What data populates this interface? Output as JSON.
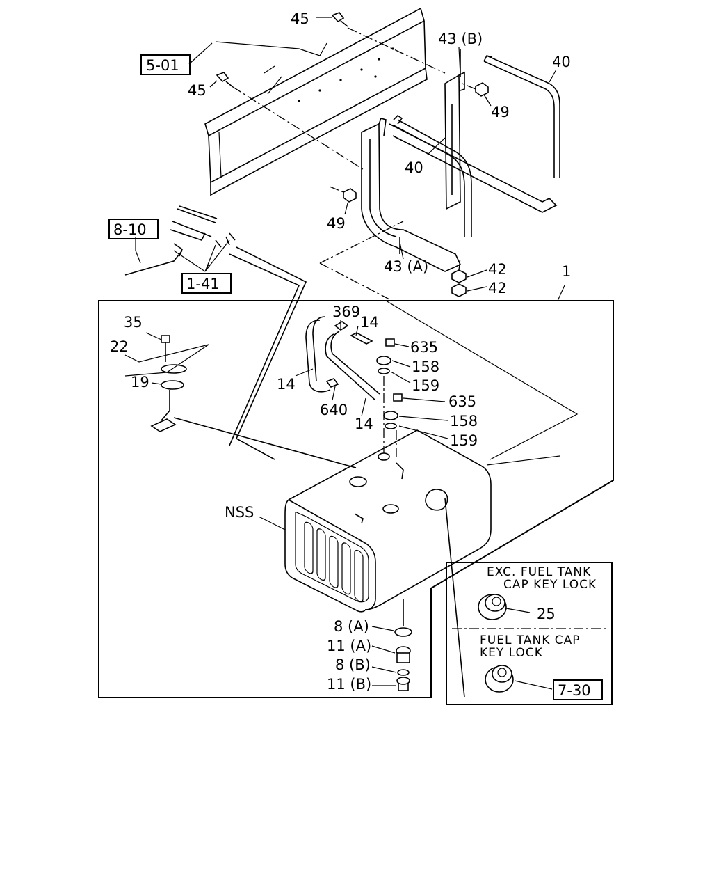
{
  "diagram": {
    "references": [
      "5-01",
      "8-10",
      "1-41",
      "7-30"
    ],
    "callouts": [
      "45",
      "45",
      "43 (B)",
      "40",
      "49",
      "40",
      "49",
      "43 (A)",
      "42",
      "42",
      "1",
      "35",
      "22",
      "19",
      "369",
      "14",
      "635",
      "158",
      "159",
      "14",
      "640",
      "14",
      "635",
      "158",
      "159",
      "NSS",
      "8 (A)",
      "11 (A)",
      "8 (B)",
      "11 (B)",
      "25"
    ],
    "inset": {
      "upper_note": [
        "EXC. FUEL TANK",
        "CAP KEY LOCK"
      ],
      "lower_note": [
        "FUEL TANK CAP",
        "KEY LOCK"
      ]
    }
  }
}
